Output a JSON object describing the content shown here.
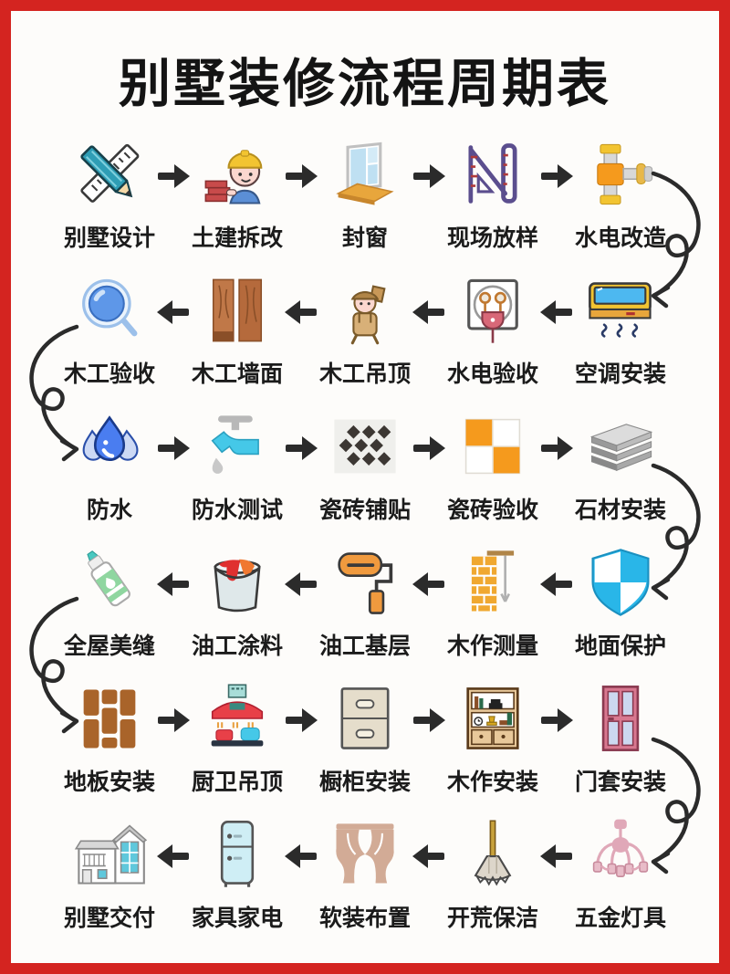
{
  "title": "别墅装修流程周期表",
  "colors": {
    "border": "#d42420",
    "background": "#fdfcfa",
    "arrow": "#2b2b2b",
    "text": "#1b1b1b"
  },
  "rows": [
    {
      "direction": "right",
      "steps": [
        {
          "label": "别墅设计",
          "icon": "ruler-pencil-icon"
        },
        {
          "label": "土建拆改",
          "icon": "construction-worker-icon"
        },
        {
          "label": "封窗",
          "icon": "window-icon"
        },
        {
          "label": "现场放样",
          "icon": "set-square-icon"
        },
        {
          "label": "水电改造",
          "icon": "pipe-fitting-icon"
        }
      ]
    },
    {
      "direction": "left",
      "steps": [
        {
          "label": "木工验收",
          "icon": "magnifier-icon"
        },
        {
          "label": "木工墙面",
          "icon": "wood-panel-icon"
        },
        {
          "label": "木工吊顶",
          "icon": "carpenter-icon"
        },
        {
          "label": "水电验收",
          "icon": "socket-plug-icon"
        },
        {
          "label": "空调安装",
          "icon": "air-conditioner-icon"
        }
      ]
    },
    {
      "direction": "right",
      "steps": [
        {
          "label": "防水",
          "icon": "water-drop-icon"
        },
        {
          "label": "防水测试",
          "icon": "faucet-icon"
        },
        {
          "label": "瓷砖铺贴",
          "icon": "tile-pattern-icon"
        },
        {
          "label": "瓷砖验收",
          "icon": "tile-check-icon"
        },
        {
          "label": "石材安装",
          "icon": "stone-slab-icon"
        }
      ]
    },
    {
      "direction": "left",
      "steps": [
        {
          "label": "全屋美缝",
          "icon": "caulk-bottle-icon"
        },
        {
          "label": "油工涂料",
          "icon": "paint-bucket-icon"
        },
        {
          "label": "油工基层",
          "icon": "paint-roller-icon"
        },
        {
          "label": "木作测量",
          "icon": "brick-measure-icon"
        },
        {
          "label": "地面保护",
          "icon": "shield-icon"
        }
      ]
    },
    {
      "direction": "right",
      "steps": [
        {
          "label": "地板安装",
          "icon": "floor-plank-icon"
        },
        {
          "label": "厨卫吊顶",
          "icon": "range-hood-icon"
        },
        {
          "label": "橱柜安装",
          "icon": "cabinet-icon"
        },
        {
          "label": "木作安装",
          "icon": "bookshelf-icon"
        },
        {
          "label": "门套安装",
          "icon": "door-icon"
        }
      ]
    },
    {
      "direction": "left",
      "steps": [
        {
          "label": "别墅交付",
          "icon": "villa-icon"
        },
        {
          "label": "家具家电",
          "icon": "fridge-icon"
        },
        {
          "label": "软装布置",
          "icon": "curtain-icon"
        },
        {
          "label": "开荒保洁",
          "icon": "broom-icon"
        },
        {
          "label": "五金灯具",
          "icon": "chandelier-icon"
        }
      ]
    }
  ],
  "connectors": [
    {
      "from_row": 1,
      "to_row": 2,
      "side": "right"
    },
    {
      "from_row": 2,
      "to_row": 3,
      "side": "left"
    },
    {
      "from_row": 3,
      "to_row": 4,
      "side": "right"
    },
    {
      "from_row": 4,
      "to_row": 5,
      "side": "left"
    },
    {
      "from_row": 5,
      "to_row": 6,
      "side": "right"
    }
  ]
}
